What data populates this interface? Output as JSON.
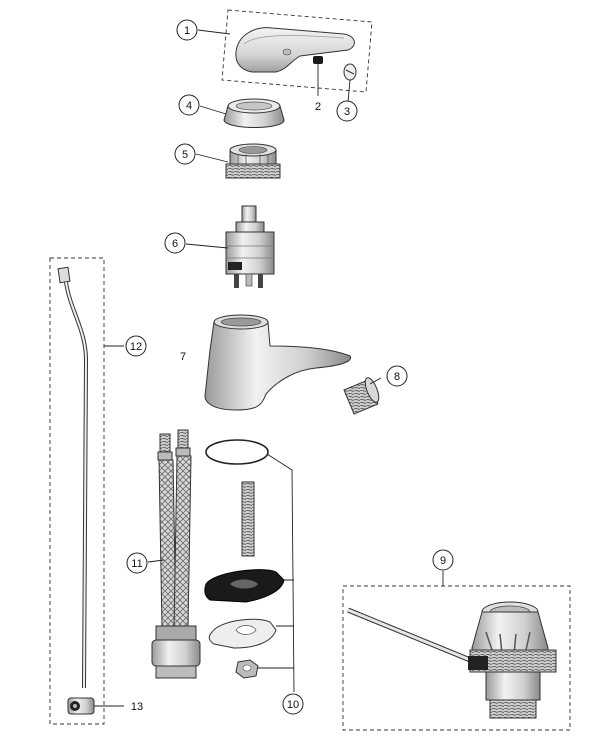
{
  "callouts": [
    {
      "id": "c1",
      "number": "1",
      "part": "lever-handle"
    },
    {
      "id": "c2",
      "number": "2",
      "part": "grub-screw"
    },
    {
      "id": "c3",
      "number": "3",
      "part": "indicator-cap"
    },
    {
      "id": "c4",
      "number": "4",
      "part": "shroud"
    },
    {
      "id": "c5",
      "number": "5",
      "part": "cartridge-nut"
    },
    {
      "id": "c6",
      "number": "6",
      "part": "cartridge"
    },
    {
      "id": "c7",
      "number": "7",
      "part": "tap-body"
    },
    {
      "id": "c8",
      "number": "8",
      "part": "aerator"
    },
    {
      "id": "c9",
      "number": "9",
      "part": "pop-up-waste"
    },
    {
      "id": "c10",
      "number": "10",
      "part": "fixing-kit"
    },
    {
      "id": "c11",
      "number": "11",
      "part": "flexible-hoses"
    },
    {
      "id": "c12",
      "number": "12",
      "part": "pop-up-rod"
    },
    {
      "id": "c13",
      "number": "13",
      "part": "rod-connector"
    }
  ],
  "colors": {
    "line": "#222222",
    "chrome_light": "#e6e6e6",
    "chrome_mid": "#bdbdbd",
    "chrome_dark": "#7a7a7a",
    "black_part": "#1a1a1a",
    "background": "#ffffff"
  }
}
